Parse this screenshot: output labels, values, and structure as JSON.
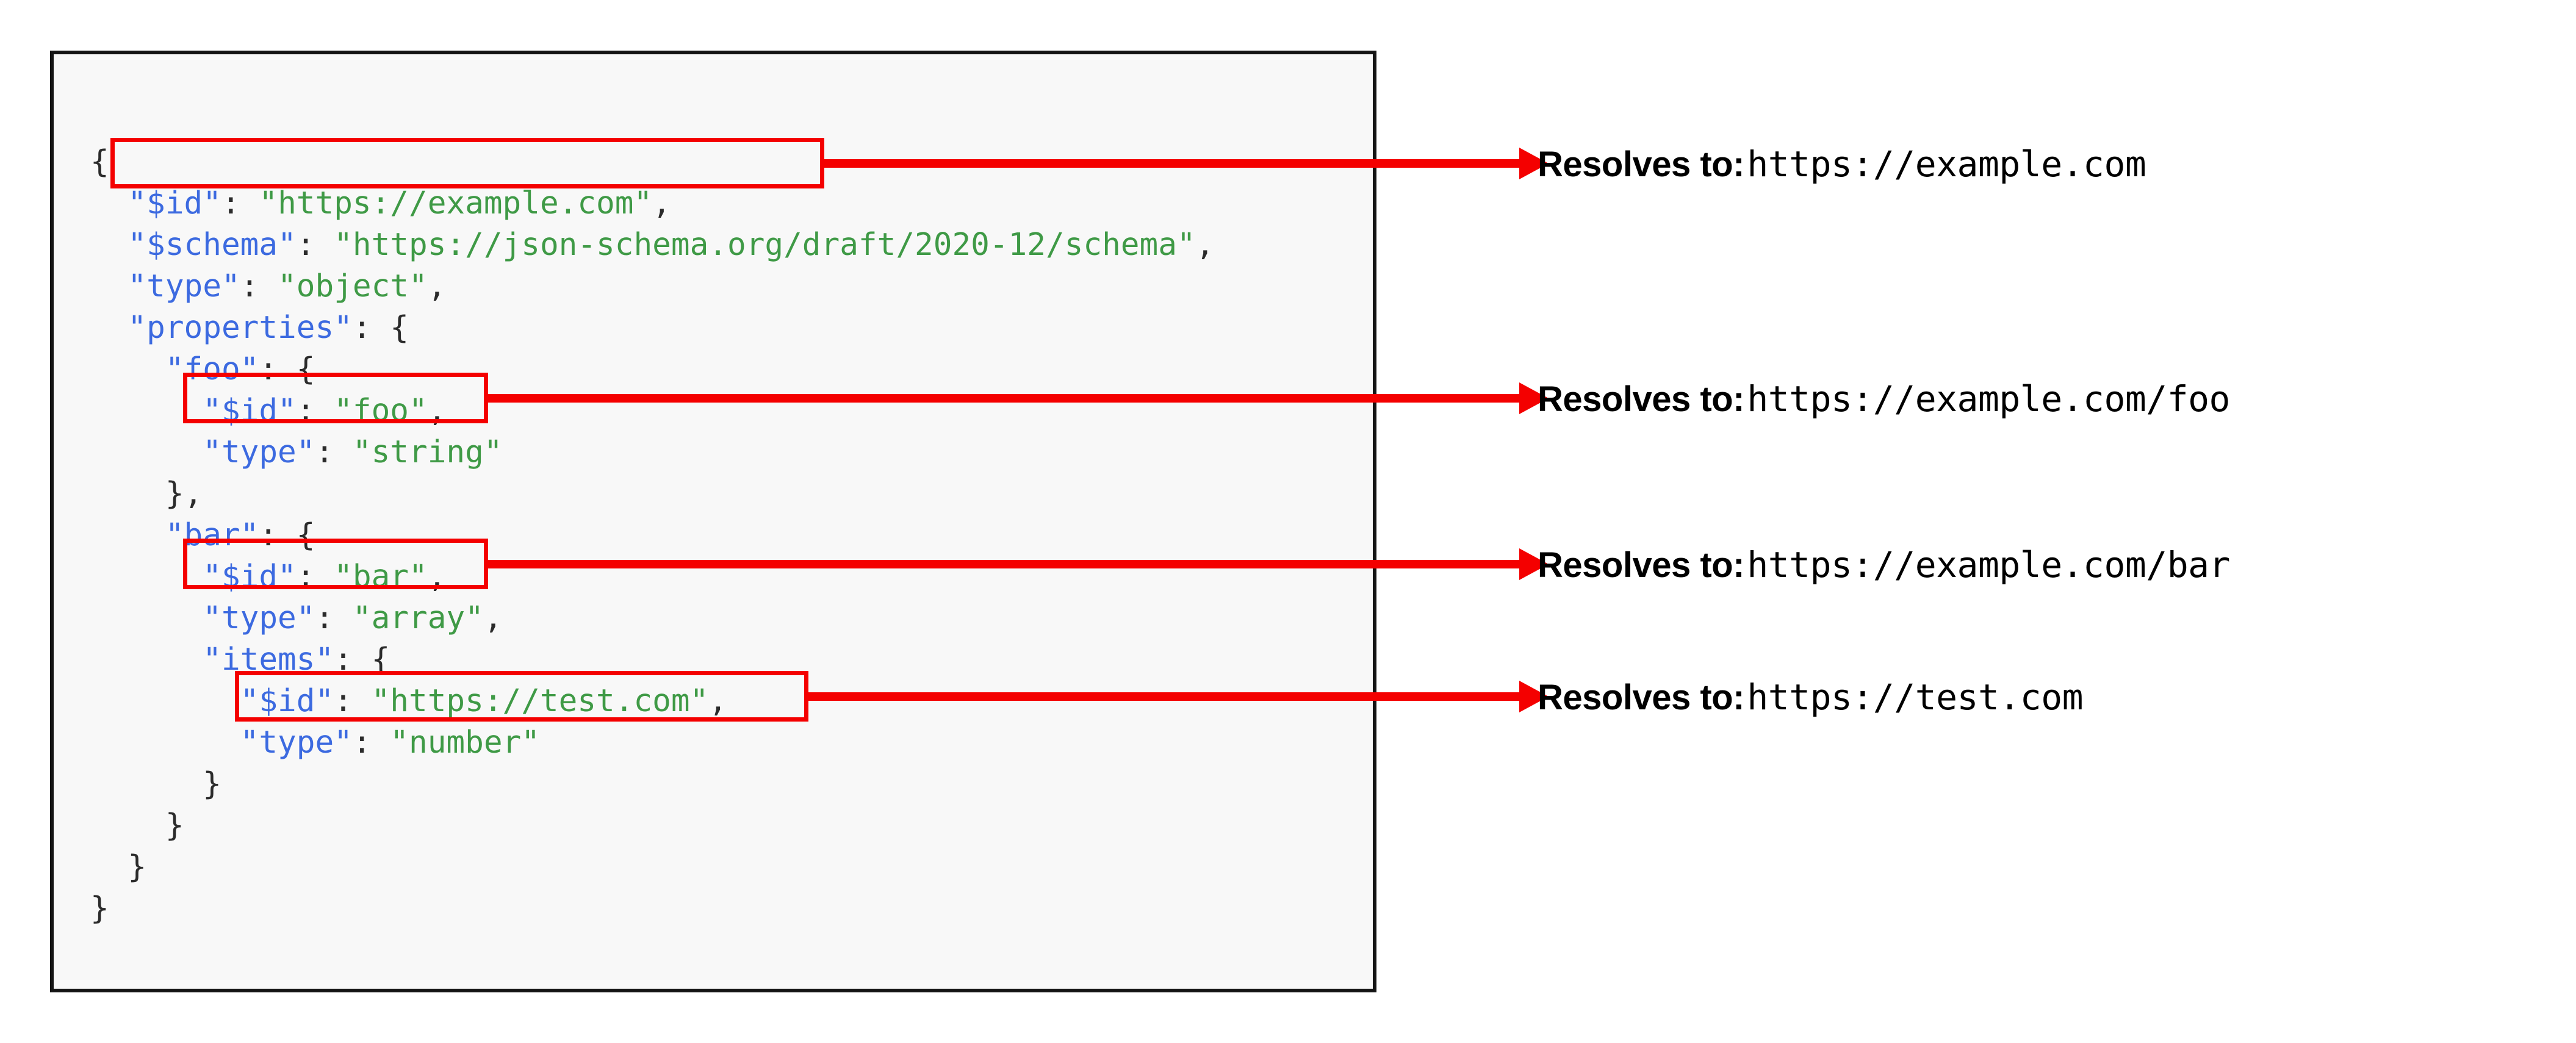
{
  "code_panel": {
    "language": "json",
    "lines": [
      [
        {
          "t": "{",
          "c": "p"
        }
      ],
      [
        {
          "t": "  ",
          "c": "p"
        },
        {
          "t": "\"$id\"",
          "c": "k"
        },
        {
          "t": ": ",
          "c": "p"
        },
        {
          "t": "\"https://example.com\"",
          "c": "s"
        },
        {
          "t": ",",
          "c": "p"
        }
      ],
      [
        {
          "t": "  ",
          "c": "p"
        },
        {
          "t": "\"$schema\"",
          "c": "k"
        },
        {
          "t": ": ",
          "c": "p"
        },
        {
          "t": "\"https://json-schema.org/draft/2020-12/schema\"",
          "c": "s"
        },
        {
          "t": ",",
          "c": "p"
        }
      ],
      [
        {
          "t": "  ",
          "c": "p"
        },
        {
          "t": "\"type\"",
          "c": "k"
        },
        {
          "t": ": ",
          "c": "p"
        },
        {
          "t": "\"object\"",
          "c": "s"
        },
        {
          "t": ",",
          "c": "p"
        }
      ],
      [
        {
          "t": "  ",
          "c": "p"
        },
        {
          "t": "\"properties\"",
          "c": "k"
        },
        {
          "t": ": {",
          "c": "p"
        }
      ],
      [
        {
          "t": "    ",
          "c": "p"
        },
        {
          "t": "\"foo\"",
          "c": "k"
        },
        {
          "t": ": {",
          "c": "p"
        }
      ],
      [
        {
          "t": "      ",
          "c": "p"
        },
        {
          "t": "\"$id\"",
          "c": "k"
        },
        {
          "t": ": ",
          "c": "p"
        },
        {
          "t": "\"foo\"",
          "c": "s"
        },
        {
          "t": ",",
          "c": "p"
        }
      ],
      [
        {
          "t": "      ",
          "c": "p"
        },
        {
          "t": "\"type\"",
          "c": "k"
        },
        {
          "t": ": ",
          "c": "p"
        },
        {
          "t": "\"string\"",
          "c": "s"
        }
      ],
      [
        {
          "t": "    },",
          "c": "p"
        }
      ],
      [
        {
          "t": "    ",
          "c": "p"
        },
        {
          "t": "\"bar\"",
          "c": "k"
        },
        {
          "t": ": {",
          "c": "p"
        }
      ],
      [
        {
          "t": "      ",
          "c": "p"
        },
        {
          "t": "\"$id\"",
          "c": "k"
        },
        {
          "t": ": ",
          "c": "p"
        },
        {
          "t": "\"bar\"",
          "c": "s"
        },
        {
          "t": ",",
          "c": "p"
        }
      ],
      [
        {
          "t": "      ",
          "c": "p"
        },
        {
          "t": "\"type\"",
          "c": "k"
        },
        {
          "t": ": ",
          "c": "p"
        },
        {
          "t": "\"array\"",
          "c": "s"
        },
        {
          "t": ",",
          "c": "p"
        }
      ],
      [
        {
          "t": "      ",
          "c": "p"
        },
        {
          "t": "\"items\"",
          "c": "k"
        },
        {
          "t": ": {",
          "c": "p"
        }
      ],
      [
        {
          "t": "        ",
          "c": "p"
        },
        {
          "t": "\"$id\"",
          "c": "k"
        },
        {
          "t": ": ",
          "c": "p"
        },
        {
          "t": "\"https://test.com\"",
          "c": "s"
        },
        {
          "t": ",",
          "c": "p"
        }
      ],
      [
        {
          "t": "        ",
          "c": "p"
        },
        {
          "t": "\"type\"",
          "c": "k"
        },
        {
          "t": ": ",
          "c": "p"
        },
        {
          "t": "\"number\"",
          "c": "s"
        }
      ],
      [
        {
          "t": "      }",
          "c": "p"
        }
      ],
      [
        {
          "t": "    }",
          "c": "p"
        }
      ],
      [
        {
          "t": "  }",
          "c": "p"
        }
      ],
      [
        {
          "t": "}",
          "c": "p"
        }
      ]
    ]
  },
  "highlights": [
    {
      "name": "highlight-id-root",
      "line": 1,
      "code_text": "\"$id\": \"https://example.com\","
    },
    {
      "name": "highlight-id-foo",
      "line": 6,
      "code_text": "\"$id\": \"foo\","
    },
    {
      "name": "highlight-id-bar",
      "line": 10,
      "code_text": "\"$id\": \"bar\","
    },
    {
      "name": "highlight-id-items",
      "line": 13,
      "code_text": "\"$id\": \"https://test.com\","
    }
  ],
  "annotations": [
    {
      "lead": "Resolves to:",
      "url": "https://example.com"
    },
    {
      "lead": "Resolves to:",
      "url": "https://example.com/foo"
    },
    {
      "lead": "Resolves to:",
      "url": "https://example.com/bar"
    },
    {
      "lead": "Resolves to:",
      "url": "https://test.com"
    }
  ],
  "colors": {
    "highlight_red": "#f40000",
    "json_key_blue": "#3c6ae0",
    "json_string_green": "#3f9a46",
    "panel_background": "#f8f8f8",
    "panel_border": "#141414",
    "page_background": "#ffffff",
    "text_black": "#000000"
  }
}
